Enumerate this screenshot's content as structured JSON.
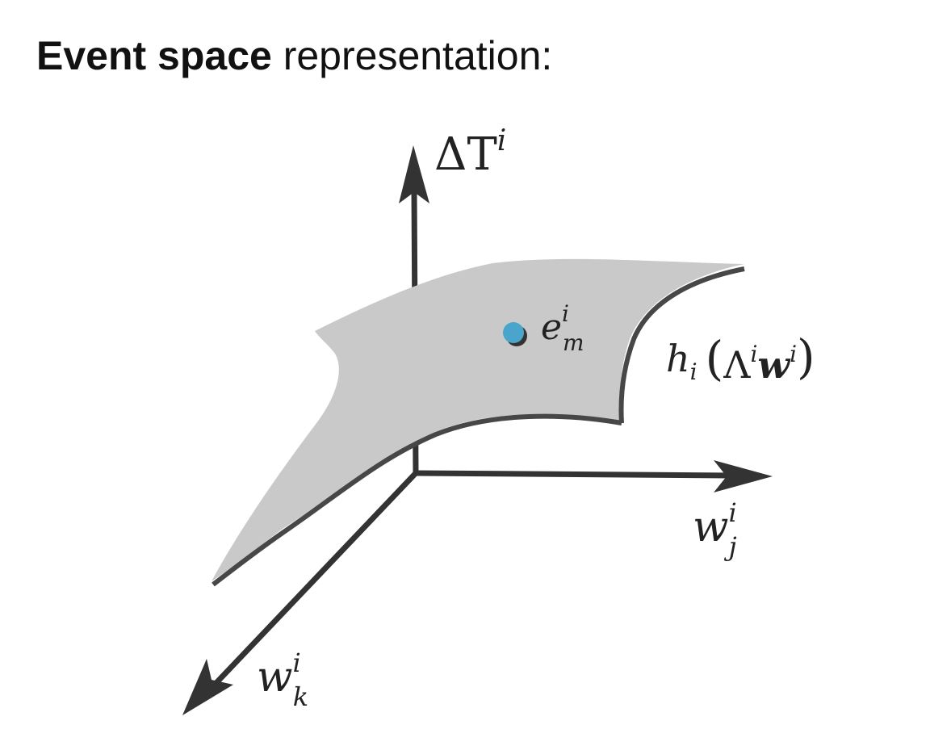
{
  "title": {
    "bold": "Event space",
    "rest": " representation:"
  },
  "axes": {
    "vertical": {
      "base": "ΔT",
      "sup": "i"
    },
    "horizontal": {
      "base": "w",
      "sup": "i",
      "sub": "j"
    },
    "diagonal": {
      "base": "w",
      "sup": "i",
      "sub": "k"
    }
  },
  "point": {
    "base": "e",
    "sup": "i",
    "sub": "m"
  },
  "surface_label": {
    "h": "h",
    "h_sub": "i",
    "open": "(",
    "lambda": "Λ",
    "lambda_sup": "i",
    "w": "w",
    "w_sup": "i",
    "close": ")"
  },
  "colors": {
    "surface": "#c9c9c9",
    "edge": "#474747",
    "axis": "#333333",
    "point": "#4aa5cc"
  }
}
